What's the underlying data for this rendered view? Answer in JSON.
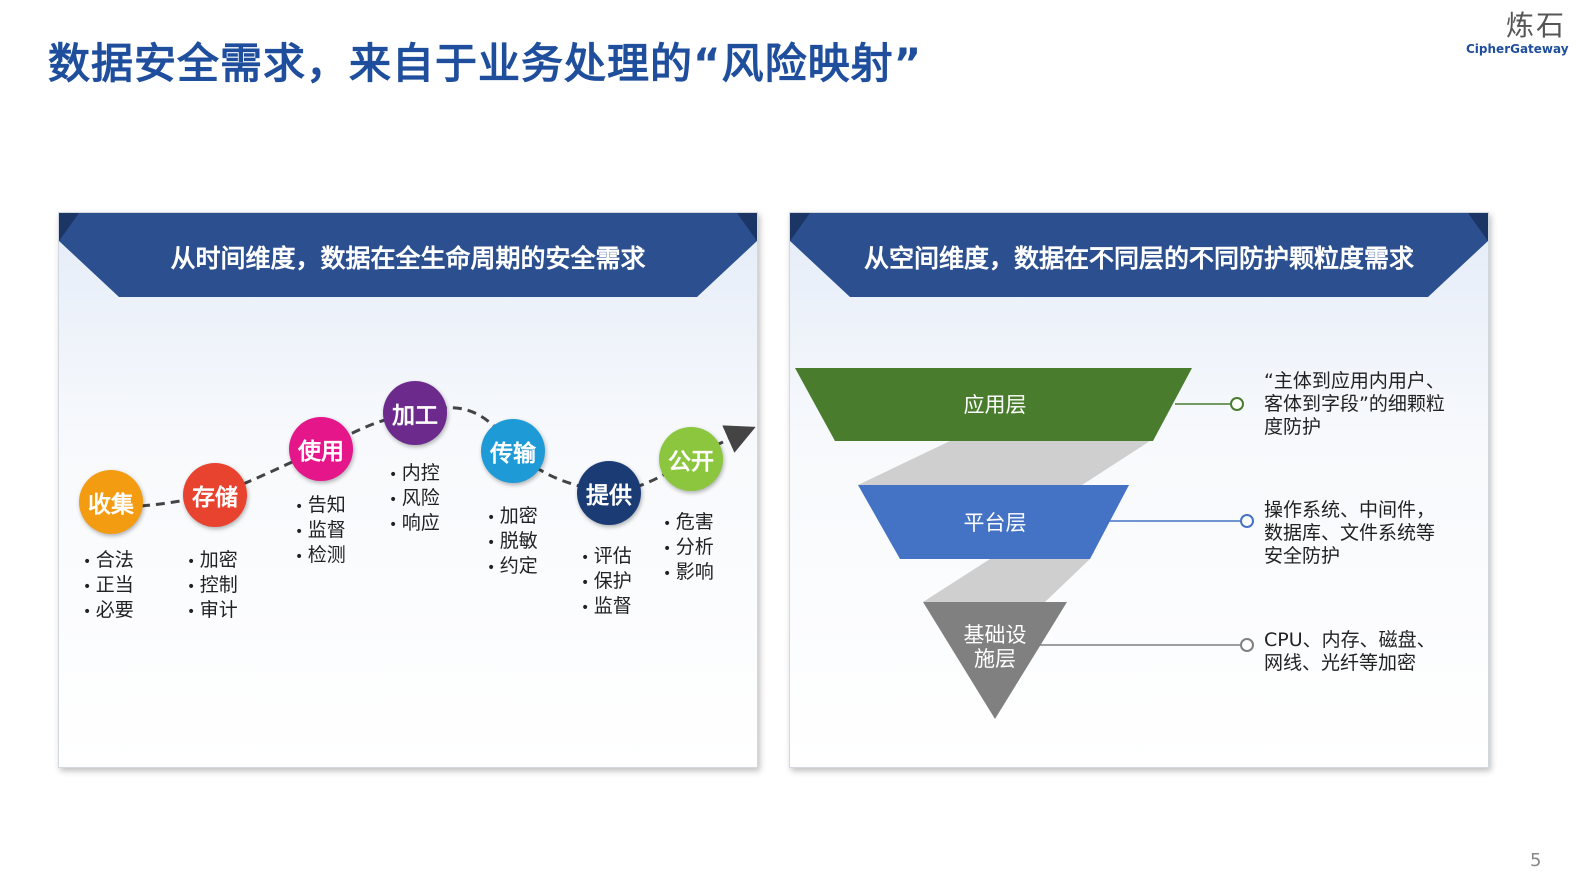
{
  "title": "数据安全需求，来自于业务处理的“风险映射”",
  "logo": {
    "cn": "炼石",
    "en": "CipherGateway"
  },
  "page_number": "5",
  "left_panel": {
    "header": "从时间维度，数据在全生命周期的安全需求",
    "stages": [
      {
        "label": "收集",
        "color": "#f39c12",
        "items": [
          "合法",
          "正当",
          "必要"
        ]
      },
      {
        "label": "存储",
        "color": "#e8432e",
        "items": [
          "加密",
          "控制",
          "审计"
        ]
      },
      {
        "label": "使用",
        "color": "#e4168a",
        "items": [
          "告知",
          "监督",
          "检测"
        ]
      },
      {
        "label": "加工",
        "color": "#6c2a8c",
        "items": [
          "内控",
          "风险",
          "响应"
        ]
      },
      {
        "label": "传输",
        "color": "#1e9bd7",
        "items": [
          "加密",
          "脱敏",
          "约定"
        ]
      },
      {
        "label": "提供",
        "color": "#1b3b75",
        "items": [
          "评估",
          "保护",
          "监督"
        ]
      },
      {
        "label": "公开",
        "color": "#8cc63f",
        "items": [
          "危害",
          "分析",
          "影响"
        ]
      }
    ]
  },
  "right_panel": {
    "header": "从空间维度，数据在不同层的不同防护颗粒度需求",
    "layers": [
      {
        "label": "应用层",
        "color": "#4a7c2e",
        "desc": "“主体到应用内用户、客体到字段”的细颗粒度防护"
      },
      {
        "label": "平台层",
        "color": "#4472c4",
        "desc": "操作系统、中间件，数据库、文件系统等安全防护"
      },
      {
        "label": "基础设施层",
        "color": "#808080",
        "desc": "CPU、内存、磁盘、网线、光纤等加密"
      }
    ]
  }
}
